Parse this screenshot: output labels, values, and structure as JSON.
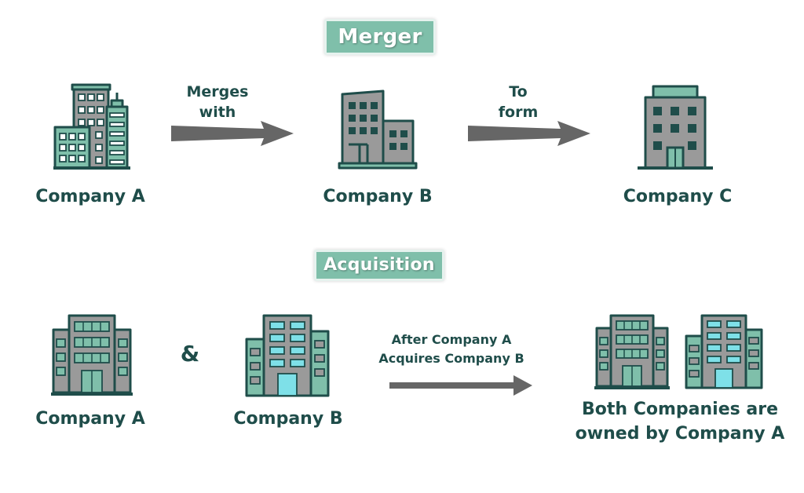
{
  "merger": {
    "title": "Merger",
    "company_a": "Company A",
    "company_b": "Company B",
    "company_c": "Company C",
    "arrow1_line1": "Merges",
    "arrow1_line2": "with",
    "arrow2_line1": "To",
    "arrow2_line2": "form"
  },
  "acquisition": {
    "title": "Acquisition",
    "company_a": "Company A",
    "amp": "&",
    "company_b": "Company B",
    "arrow_line1": "After Company A",
    "arrow_line2": "Acquires Company B",
    "result_line1": "Both Companies are",
    "result_line2": "owned by Company A"
  },
  "colors": {
    "teal_dark": "#1f4d4a",
    "teal_light": "#7fbfaa",
    "gray": "#9a9a9a",
    "cyan": "#7ee0e8"
  }
}
